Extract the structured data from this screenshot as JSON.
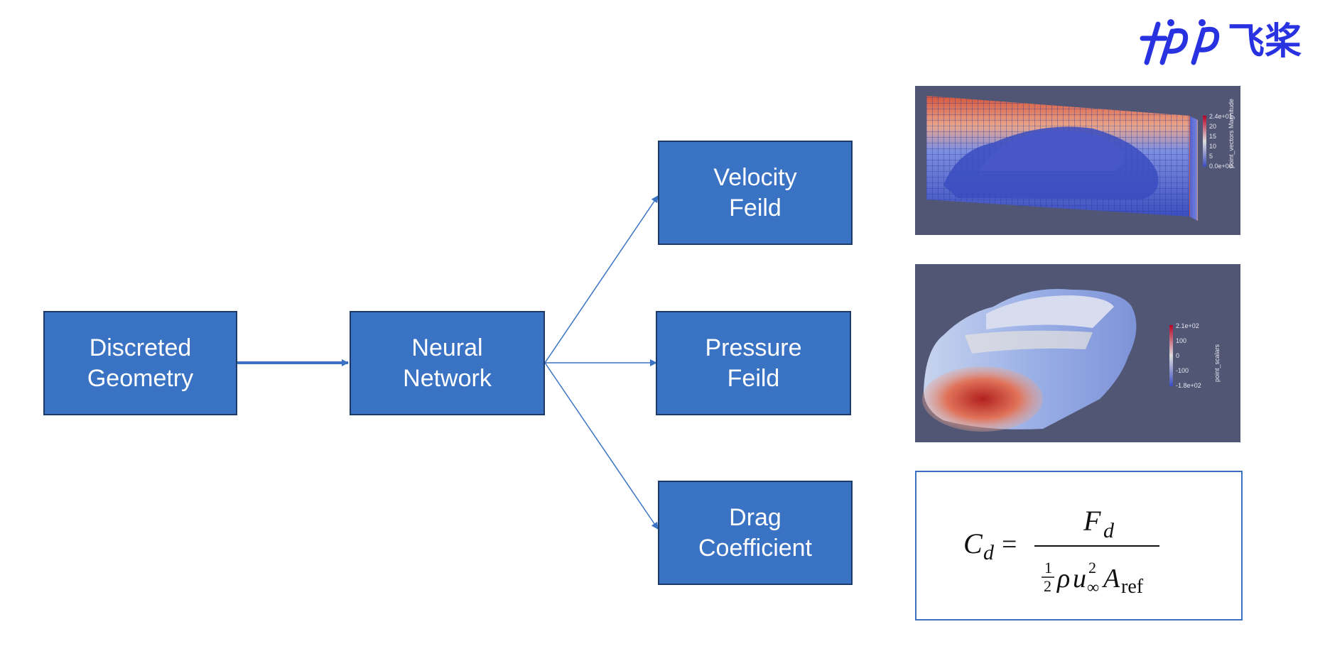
{
  "logo": {
    "text": "飞桨",
    "color": "#2932e1"
  },
  "nodes": {
    "input": {
      "line1": "Discreted",
      "line2": "Geometry"
    },
    "network": {
      "line1": "Neural",
      "line2": "Network"
    },
    "velocity": {
      "line1": "Velocity",
      "line2": "Feild"
    },
    "pressure": {
      "line1": "Pressure",
      "line2": "Feild"
    },
    "drag": {
      "line1": "Drag",
      "line2": "Coefficient"
    }
  },
  "velocity_plot": {
    "colorbar_title": "point_vectors Magnitude",
    "ticks": [
      "2.4e+01",
      "20",
      "15",
      "10",
      "5",
      "0.0e+00"
    ]
  },
  "pressure_plot": {
    "colorbar_title": "point_scalars",
    "ticks": [
      "2.1e+02",
      "100",
      "0",
      "-100",
      "-1.8e+02"
    ]
  },
  "formula": {
    "lhs": "C",
    "lhs_sub": "d",
    "equals": "=",
    "num": "F",
    "num_sub": "d",
    "den_half_num": "1",
    "den_half_den": "2",
    "den_rho": "ρ",
    "den_u": "u",
    "den_u_sup": "2",
    "den_u_sub": "∞",
    "den_A": "A",
    "den_A_sub": "ref"
  },
  "colors": {
    "box_fill": "#3a73c4",
    "box_border": "#1d3a66",
    "arrow": "#3a73c4",
    "panel_bg": "#515674"
  }
}
